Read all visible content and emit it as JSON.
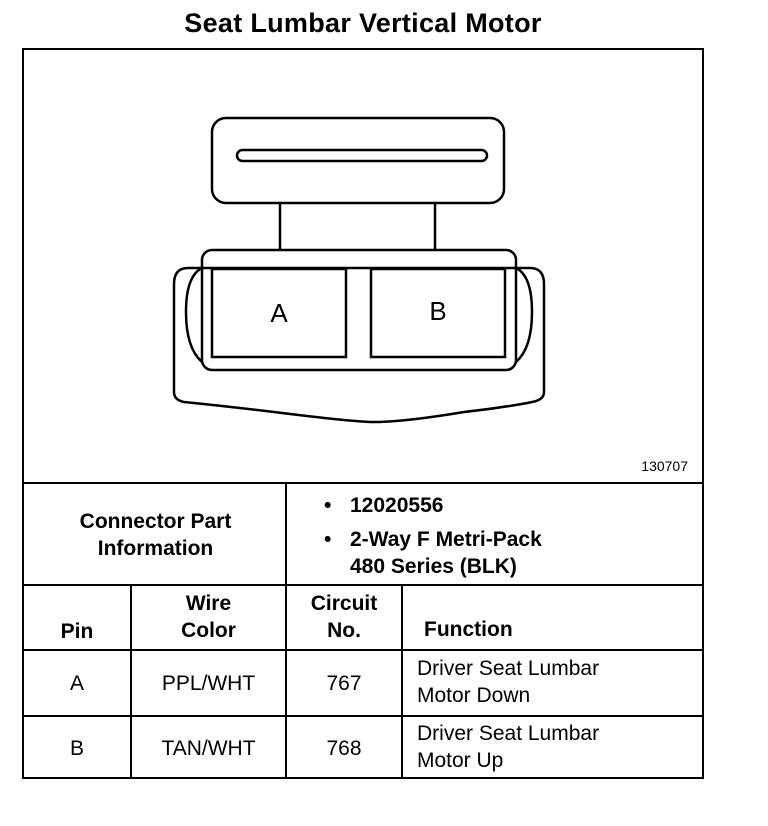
{
  "title": "Seat Lumbar Vertical Motor",
  "figure_id": "130707",
  "connector": {
    "cavities": [
      "A",
      "B"
    ]
  },
  "part_info": {
    "label_line1": "Connector Part",
    "label_line2": "Information",
    "bullets": [
      {
        "line1": "12020556",
        "line2": ""
      },
      {
        "line1": "2-Way F Metri-Pack",
        "line2": "480 Series (BLK)"
      }
    ]
  },
  "table": {
    "headers": {
      "pin": "Pin",
      "wire_line1": "Wire",
      "wire_line2": "Color",
      "circuit_line1": "Circuit",
      "circuit_line2": "No.",
      "function": "Function"
    },
    "rows": [
      {
        "pin": "A",
        "wire_color": "PPL/WHT",
        "circuit": "767",
        "function_line1": "Driver Seat Lumbar",
        "function_line2": "Motor Down"
      },
      {
        "pin": "B",
        "wire_color": "TAN/WHT",
        "circuit": "768",
        "function_line1": "Driver Seat Lumbar",
        "function_line2": "Motor Up"
      }
    ]
  }
}
